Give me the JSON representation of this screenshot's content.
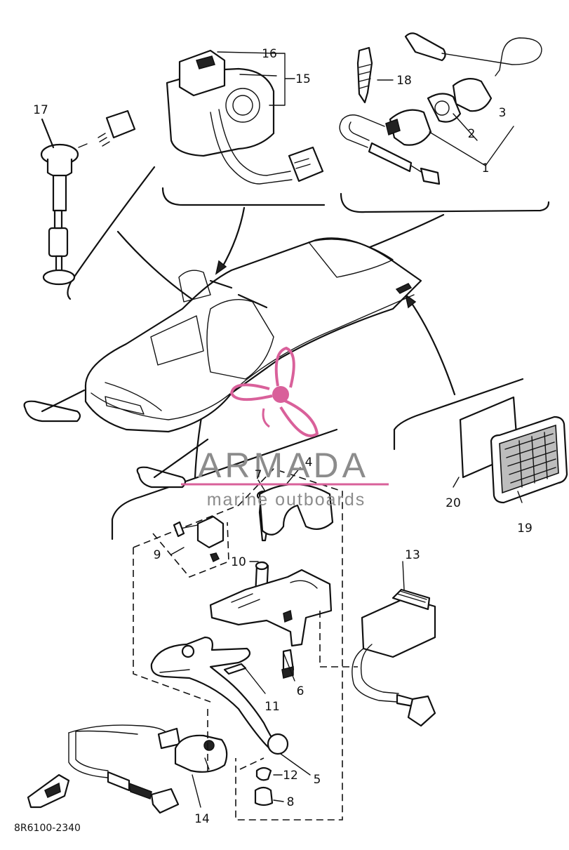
{
  "diagram_code": "8R6100-2340",
  "watermark": {
    "brand": "ARMADA",
    "tagline": "marine outboards",
    "pink": "#d9609a",
    "gray": "#8c8c8c"
  },
  "callouts": {
    "c1": "1",
    "c2": "2",
    "c3": "3",
    "c4": "4",
    "c5": "5",
    "c6": "6",
    "c7": "7",
    "c8": "8",
    "c9": "9",
    "c10": "10",
    "c11": "11",
    "c12": "12",
    "c13": "13",
    "c14": "14",
    "c15": "15",
    "c16": "16",
    "c17": "17",
    "c18": "18",
    "c19": "19",
    "c20": "20"
  }
}
